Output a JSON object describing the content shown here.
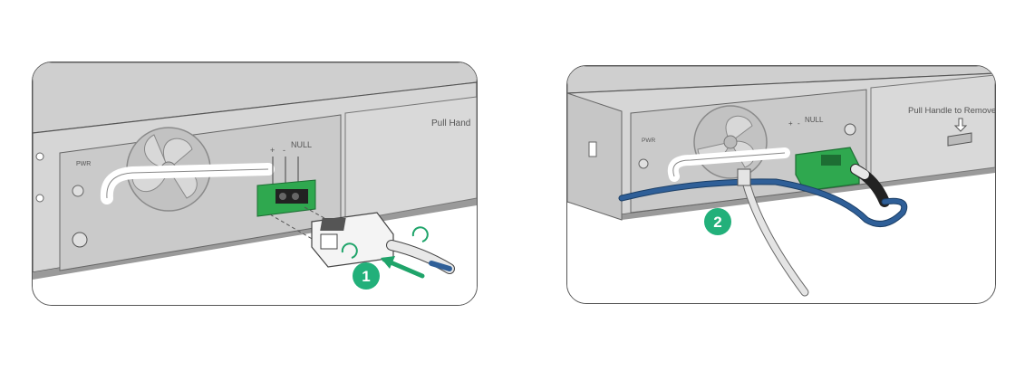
{
  "panels": [
    {
      "step_number": "1",
      "handle_text": "Pull Hand",
      "module_label": "PWR",
      "terminal_plus": "+",
      "terminal_minus": "-",
      "terminal_null": "NULL"
    },
    {
      "step_number": "2",
      "handle_text": "Pull Handle to Remove",
      "module_label": "PWR",
      "terminal_plus": "+",
      "terminal_minus": "-",
      "terminal_null": "NULL"
    }
  ],
  "colors": {
    "chassis": "#d4d4d4",
    "chassis_dark": "#b9b9b9",
    "connector_green": "#2fa84f",
    "step_badge": "#22b07a",
    "cable_blue": "#2f5f98",
    "arrow_green": "#1fa46a"
  }
}
